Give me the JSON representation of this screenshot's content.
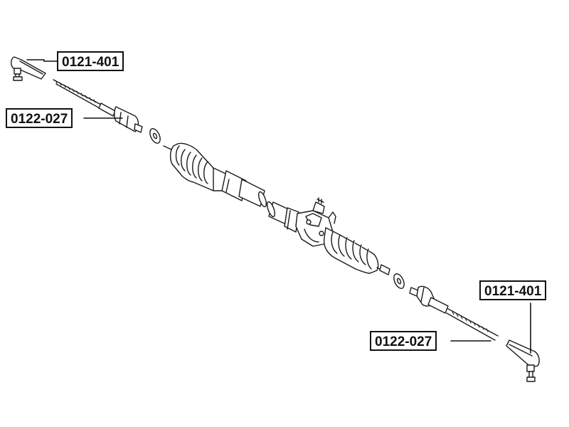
{
  "labels": {
    "tie_rod_end_left": "0121-401",
    "inner_tie_rod_left": "0122-027",
    "tie_rod_end_right": "0121-401",
    "inner_tie_rod_right": "0122-027"
  },
  "colors": {
    "line": "#1a1a1a",
    "fill": "#ffffff"
  }
}
